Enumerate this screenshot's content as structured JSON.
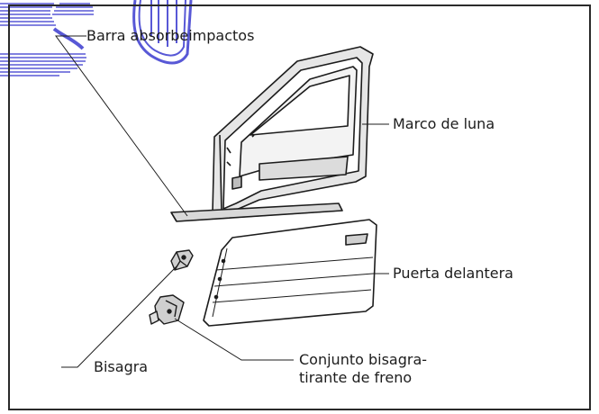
{
  "labels": {
    "barra": "Barra absorbeimpactos",
    "marco": "Marco de luna",
    "puerta": "Puerta delantera",
    "bisagra": "Bisagra",
    "conjunto": "Conjunto bisagra-\ntirante de freno"
  },
  "colors": {
    "ink": "#1c1c1c",
    "frame": "#2a2a2a",
    "watermark": "#3c3ccf",
    "paper": "#ffffff"
  }
}
